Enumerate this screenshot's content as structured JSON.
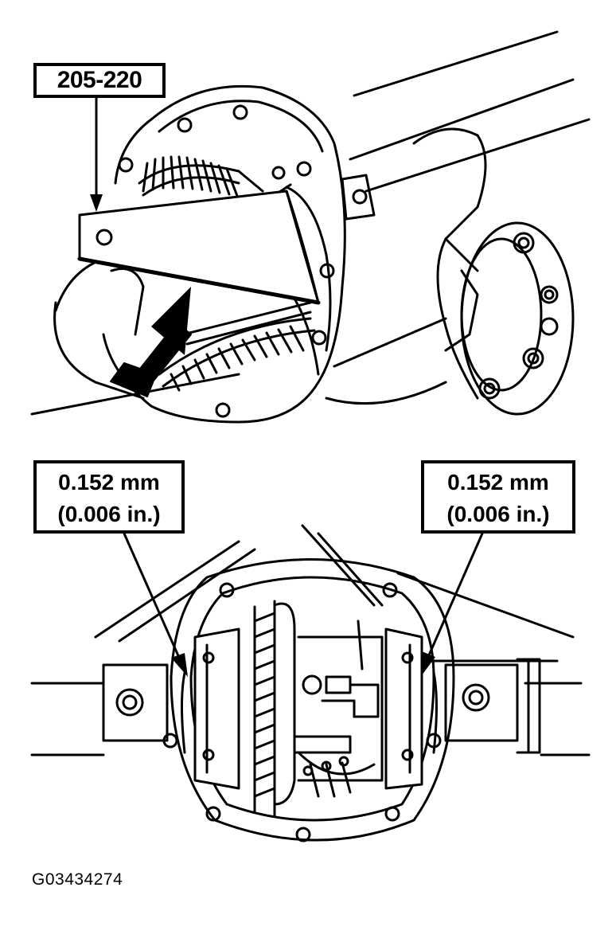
{
  "callouts": {
    "tool": {
      "label": "205-220"
    },
    "left_clearance": {
      "line1": "0.152 mm",
      "line2": "(0.006 in.)"
    },
    "right_clearance": {
      "line1": "0.152 mm",
      "line2": "(0.006 in.)"
    }
  },
  "figure_id": "G03434274",
  "colors": {
    "ink": "#000000",
    "background": "#ffffff"
  }
}
